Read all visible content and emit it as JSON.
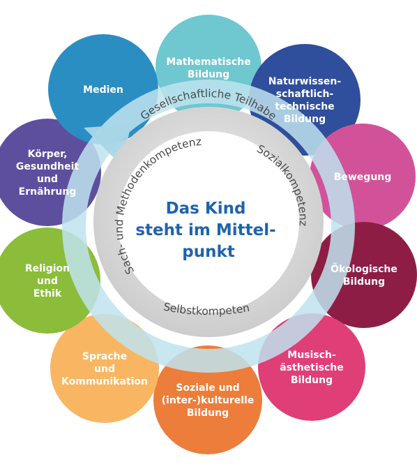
{
  "center_lines": [
    "Das Kind",
    "steht im Mittel-",
    "punkt"
  ],
  "ring_labels": {
    "top": "Gesellschaftliche Teilhabe",
    "left": "Sach- und Methodenkompetenz",
    "right": "Sozialkompetenz",
    "bottom": "Selbstkompetenz"
  },
  "bubbles": [
    {
      "id": "mathematik",
      "color": "#6fc7d0",
      "lines": [
        "Mathematische",
        "Bildung"
      ]
    },
    {
      "id": "naturwissenschaft",
      "color": "#2f4e9b",
      "lines": [
        "Naturwissen-",
        "schaftlich-",
        "technische",
        "Bildung"
      ]
    },
    {
      "id": "bewegung",
      "color": "#d2529a",
      "lines": [
        "Bewegung"
      ]
    },
    {
      "id": "oekologie",
      "color": "#8e1d45",
      "lines": [
        "Ökologische",
        "Bildung"
      ]
    },
    {
      "id": "musik",
      "color": "#df3f76",
      "lines": [
        "Musisch-",
        "ästhetische",
        "Bildung"
      ]
    },
    {
      "id": "soziale",
      "color": "#ec7d3b",
      "lines": [
        "Soziale und",
        "(inter-)kulturelle",
        "Bildung"
      ]
    },
    {
      "id": "sprache",
      "color": "#f9b662",
      "lines": [
        "Sprache",
        "und",
        "Kommunikation"
      ]
    },
    {
      "id": "religion",
      "color": "#8bbd3a",
      "lines": [
        "Religion",
        "und",
        "Ethik"
      ]
    },
    {
      "id": "koerper",
      "color": "#5e4f9e",
      "lines": [
        "Körper,",
        "Gesundheit",
        "und",
        "Ernährung"
      ]
    },
    {
      "id": "medien",
      "color": "#2b8ec2",
      "lines": [
        "Medien"
      ]
    }
  ]
}
